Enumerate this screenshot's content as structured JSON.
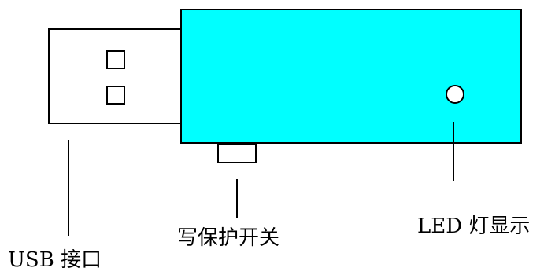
{
  "labels": {
    "usb_port": "USB 接口",
    "write_protect_switch": "写保护开关",
    "led_indicator": "LED 灯显示"
  },
  "colors": {
    "body_fill": "#00FFFF",
    "stroke": "#000000",
    "background": "#FFFFFF"
  }
}
